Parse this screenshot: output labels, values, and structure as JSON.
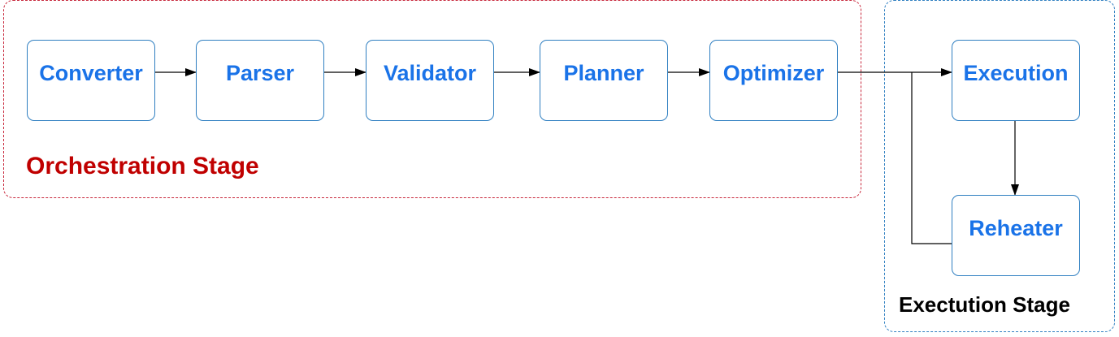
{
  "diagram": {
    "nodes": [
      {
        "id": "converter",
        "label": "Converter"
      },
      {
        "id": "parser",
        "label": "Parser"
      },
      {
        "id": "validator",
        "label": "Validator"
      },
      {
        "id": "planner",
        "label": "Planner"
      },
      {
        "id": "optimizer",
        "label": "Optimizer"
      },
      {
        "id": "execution",
        "label": "Execution"
      },
      {
        "id": "reheater",
        "label": "Reheater"
      }
    ],
    "stages": {
      "orchestration": {
        "label": "Orchestration Stage",
        "color": "#c00000"
      },
      "execution": {
        "label": "Exectution Stage",
        "color": "#000000"
      }
    },
    "edges": [
      {
        "from": "converter",
        "to": "parser"
      },
      {
        "from": "parser",
        "to": "validator"
      },
      {
        "from": "validator",
        "to": "planner"
      },
      {
        "from": "planner",
        "to": "optimizer"
      },
      {
        "from": "optimizer",
        "to": "execution"
      },
      {
        "from": "execution",
        "to": "reheater"
      },
      {
        "from": "reheater",
        "to": "execution"
      }
    ],
    "colors": {
      "node_text": "#1a73e8",
      "node_border": "#2f7fc1",
      "orchestration_frame": "#c8283c",
      "execution_frame": "#2f7fc1",
      "connector": "#000000"
    }
  }
}
